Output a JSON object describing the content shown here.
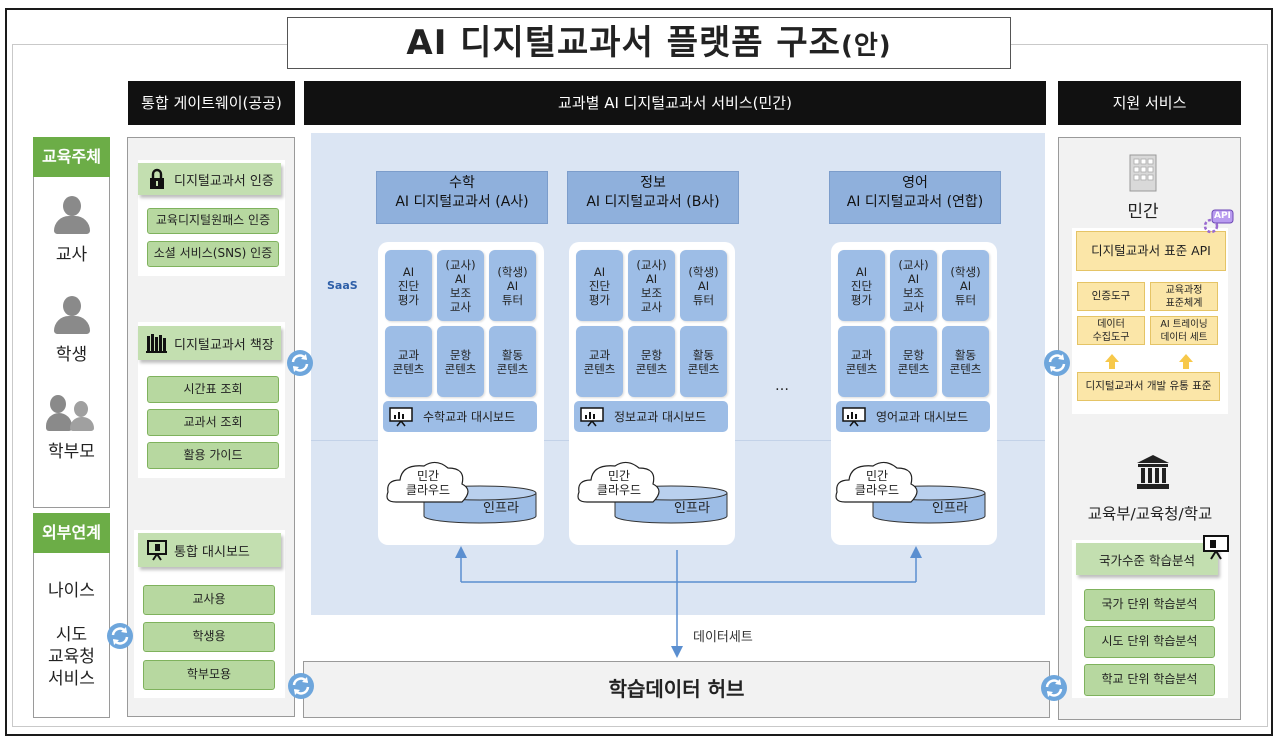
{
  "title": {
    "main": "AI 디지털교과서 플랫폼 구조",
    "suffix": "(안)"
  },
  "headers": {
    "gateway": "통합 게이트웨이(공공)",
    "service": "교과별 AI 디지털교과서 서비스(민간)",
    "support": "지원 서비스"
  },
  "left": {
    "edu_subject_label": "교육주체",
    "actors": [
      "교사",
      "학생",
      "학부모"
    ],
    "external_label": "외부연계",
    "external_items": [
      "나이스",
      "시도\n교육청\n서비스"
    ]
  },
  "gateway": {
    "auth": {
      "title": "디지털교과서 인증",
      "items": [
        "교육디지털원패스 인증",
        "소셜 서비스(SNS) 인증"
      ]
    },
    "shelf": {
      "title": "디지털교과서 책장",
      "items": [
        "시간표 조회",
        "교과서 조회",
        "활용 가이드"
      ]
    },
    "dashboard": {
      "title": "통합 대시보드",
      "items": [
        "교사용",
        "학생용",
        "학부모용"
      ]
    }
  },
  "saas_label": "SaaS",
  "ellipsis": "…",
  "subjects": [
    {
      "head": [
        "수학",
        "AI 디지털교과서 (A사)"
      ],
      "cells": [
        "AI\n진단\n평가",
        "(교사)\nAI\n보조\n교사",
        "(학생)\nAI\n튜터",
        "교과\n콘텐츠",
        "문항\n콘텐츠",
        "활동\n콘텐츠"
      ],
      "dashboard": "수학교과 대시보드",
      "cloud": "민간\n클라우드",
      "infra": "인프라"
    },
    {
      "head": [
        "정보",
        "AI 디지털교과서 (B사)"
      ],
      "cells": [
        "AI\n진단\n평가",
        "(교사)\nAI\n보조\n교사",
        "(학생)\nAI\n튜터",
        "교과\n콘텐츠",
        "문항\n콘텐츠",
        "활동\n콘텐츠"
      ],
      "dashboard": "정보교과 대시보드",
      "cloud": "민간\n클라우드",
      "infra": "인프라"
    },
    {
      "head": [
        "영어",
        "AI 디지털교과서 (연합)"
      ],
      "cells": [
        "AI\n진단\n평가",
        "(교사)\nAI\n보조\n교사",
        "(학생)\nAI\n튜터",
        "교과\n콘텐츠",
        "문항\n콘텐츠",
        "활동\n콘텐츠"
      ],
      "dashboard": "영어교과 대시보드",
      "cloud": "민간\n클라우드",
      "infra": "인프라"
    }
  ],
  "dataset_label": "데이터세트",
  "hub_label": "학습데이터 허브",
  "support": {
    "private_label": "민간",
    "api_badge": "API",
    "api_title": "디지털교과서 표준 API",
    "tools": [
      "인증도구",
      "교육과정\n표준체계",
      "데이터\n수집도구",
      "AI 트레이닝\n데이터 세트"
    ],
    "standard": "디지털교과서 개발 유통 표준",
    "gov_label": "교육부/교육청/학교",
    "analysis_title": "국가수준 학습분석",
    "analysis_items": [
      "국가 단위 학습분석",
      "시도 단위 학습분석",
      "학교 단위 학습분석"
    ]
  },
  "colors": {
    "green": "#6cad47",
    "blue_cell": "#9dbde6",
    "saas_bg": "#dbe5f3",
    "yellow": "#fbe6a8",
    "header": "#111111"
  }
}
